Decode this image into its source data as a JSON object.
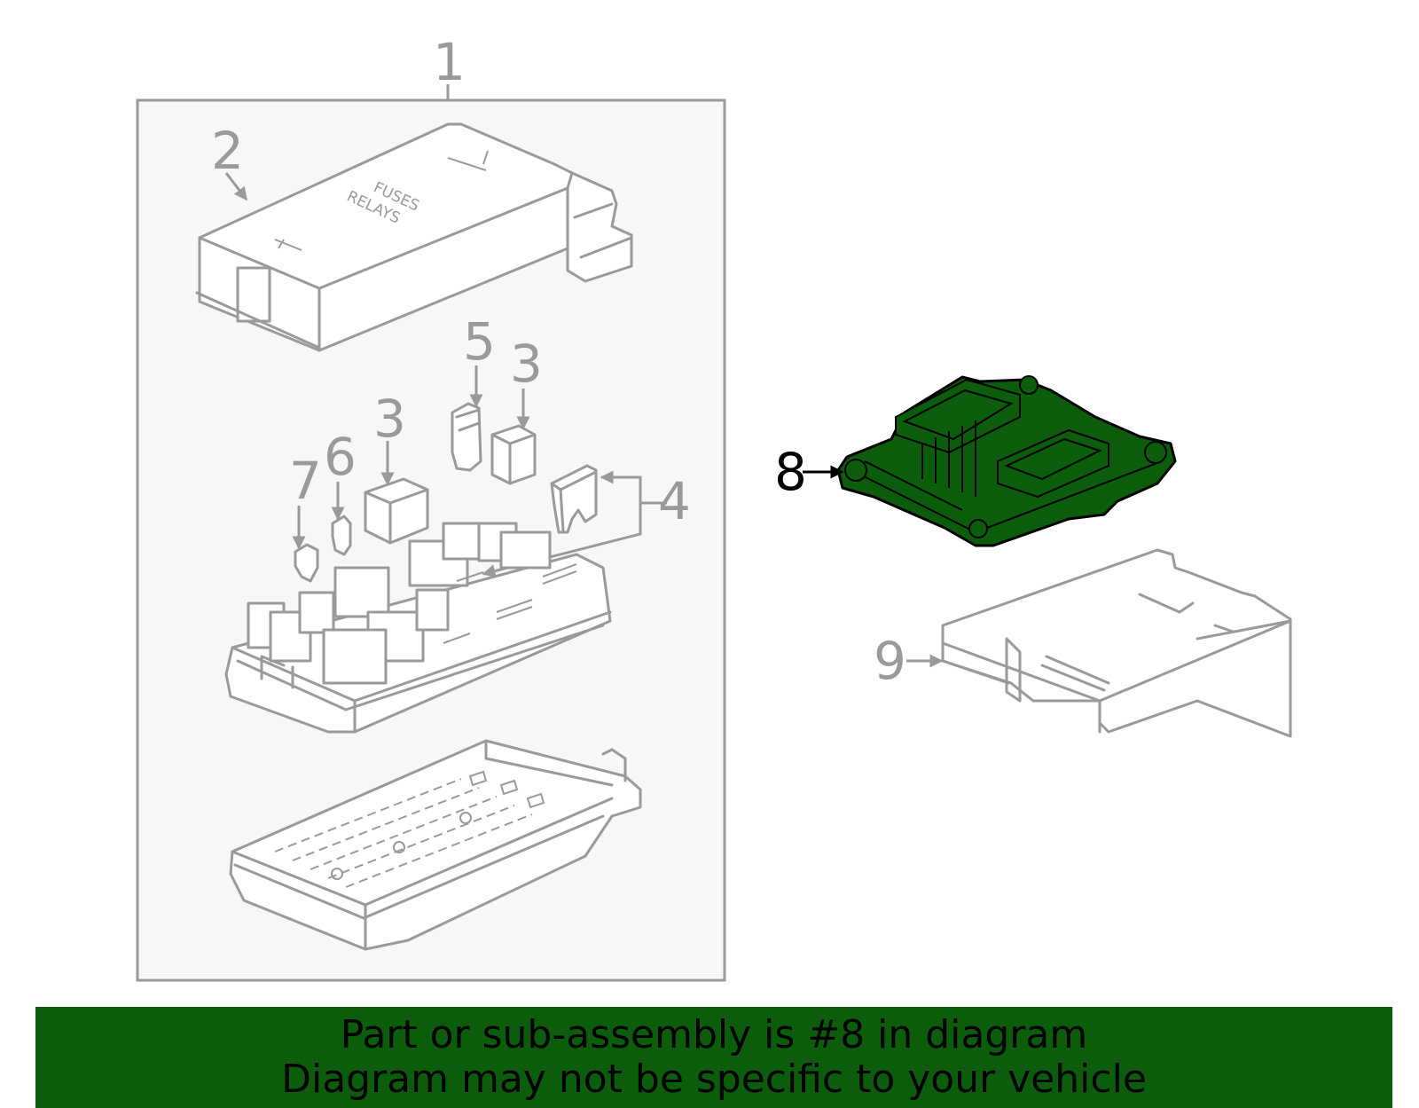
{
  "colors": {
    "highlight": "#0b5c0b",
    "part_line": "#9a9a9a",
    "box_fill": "#f7f7f7",
    "banner_bg": "#0b5c0b"
  },
  "callouts": {
    "c1": "1",
    "c2": "2",
    "c3a": "3",
    "c3b": "3",
    "c4": "4",
    "c5": "5",
    "c6": "6",
    "c7": "7",
    "c8": "8",
    "c9": "9"
  },
  "cover_text": {
    "line1": "FUSES",
    "line2": "RELAYS"
  },
  "banner": {
    "line1": "Part or sub-assembly is #8 in diagram",
    "line2": "Diagram may not be specific to your vehicle"
  }
}
